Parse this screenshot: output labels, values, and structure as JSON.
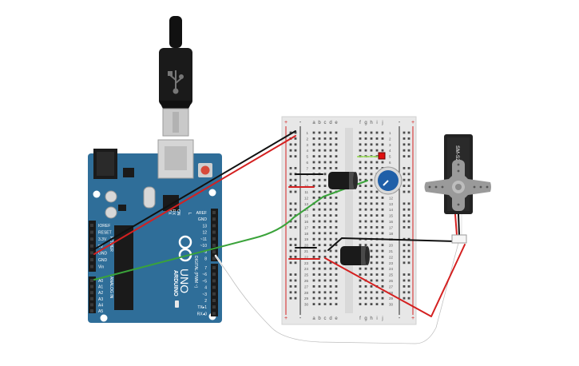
{
  "arduino": {
    "brand": "ARDUINO",
    "model": "UNO",
    "power_header_title": "POWER",
    "analog_header_title": "ANALOG IN",
    "digital_header_title": "DIGITAL (PWM ~)",
    "power_pins": [
      "IOREF",
      "RESET",
      "3.3V",
      "5V",
      "GND",
      "GND",
      "Vin"
    ],
    "analog_pins": [
      "A0",
      "A1",
      "A2",
      "A3",
      "A4",
      "A5"
    ],
    "digital_pins_top": [
      "AREF",
      "GND",
      "13",
      "12",
      "~11",
      "~10",
      "~9",
      "8"
    ],
    "digital_pins_bottom": [
      "7",
      "~6",
      "~5",
      "4",
      "~3",
      "2",
      "TX▸1",
      "RX◂0"
    ],
    "tx_label": "TX",
    "rx_label": "RX",
    "l_label": "L",
    "on_label": "ON",
    "board_color": "#2f6e99",
    "header_color": "#1a1a1a"
  },
  "breadboard": {
    "columns_left": [
      "a",
      "b",
      "c",
      "d",
      "e"
    ],
    "columns_right": [
      "f",
      "g",
      "h",
      "i",
      "j"
    ],
    "row_count": 30,
    "rail_plus": "+",
    "rail_minus": "-"
  },
  "servo": {
    "label": "SM-S2309S",
    "body_color": "#222222"
  },
  "potentiometer": {
    "knob_color": "#1f5fa8"
  },
  "capacitors": {
    "color": "#1a1a1a"
  },
  "wires": {
    "red": "#d42020",
    "black": "#111111",
    "green": "#3aa33a",
    "white": "#f2f2f2"
  },
  "usb": {
    "icon": "usb-trident-icon"
  }
}
